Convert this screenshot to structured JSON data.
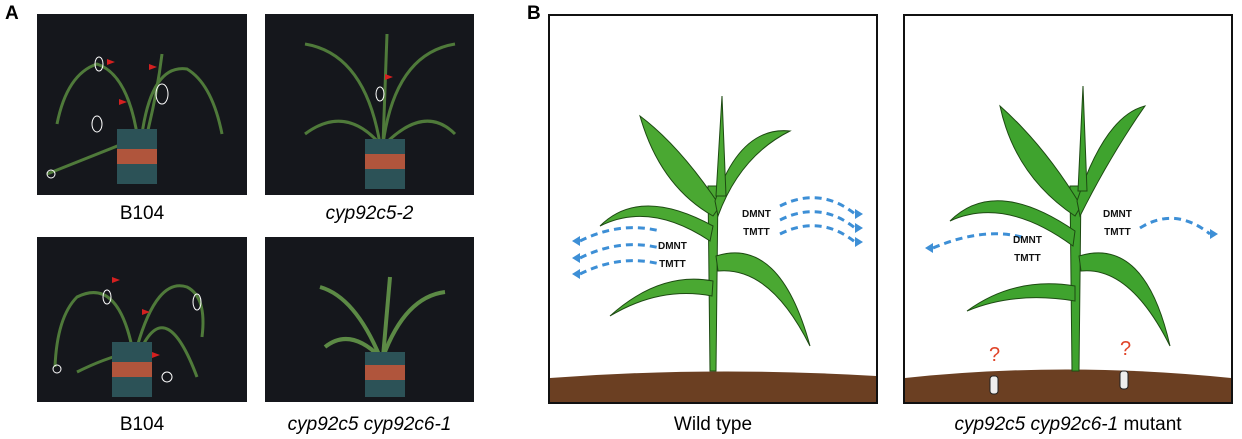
{
  "panel_a": {
    "label": "A",
    "photos": [
      {
        "caption": "B104",
        "italic": false
      },
      {
        "caption": "cyp92c5-2",
        "italic": true
      },
      {
        "caption": "B104",
        "italic": false
      },
      {
        "caption": "cyp92c5 cyp92c6-1",
        "italic": true
      }
    ]
  },
  "panel_b": {
    "label": "B",
    "wild_type": {
      "caption": "Wild type",
      "volatiles_left": [
        "DMNT",
        "TMTT"
      ],
      "volatiles_right": [
        "DMNT",
        "TMTT"
      ]
    },
    "mutant": {
      "caption_italic": "cyp92c5 cyp92c6-1",
      "caption_suffix": " mutant",
      "volatiles_left": [
        "DMNT",
        "TMTT"
      ],
      "volatiles_right": [
        "DMNT",
        "TMTT"
      ],
      "question_mark": "?"
    },
    "colors": {
      "arrow": "#3d8fd6",
      "leaf": "#3a9a2a",
      "soil": "#6b3f22",
      "question": "#e0452a"
    }
  }
}
